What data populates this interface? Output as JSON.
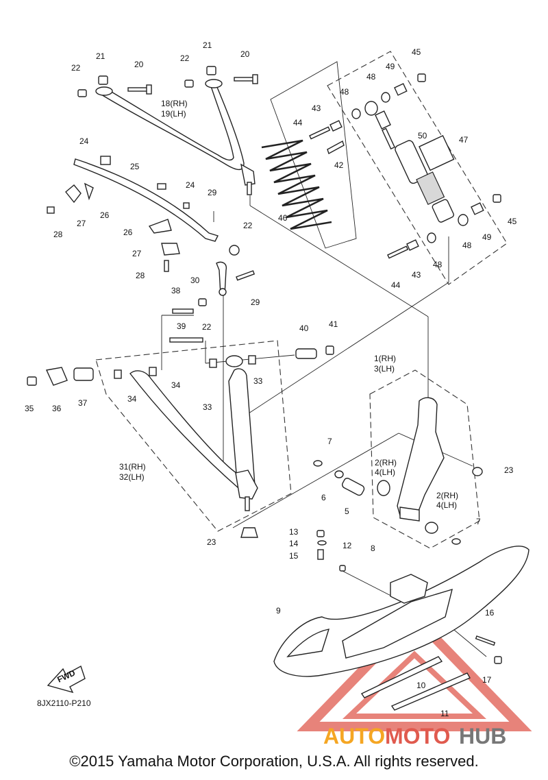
{
  "diagram": {
    "ref_code": "8JX2110-P210",
    "fwd_label": "FWD",
    "copyright": "©2015 Yamaha Motor Corporation, U.S.A. All rights reserved.",
    "watermark": {
      "part1": "AUTO",
      "part2": "MOTO",
      "part3": "HUB",
      "colors": {
        "auto": "#f5a623",
        "moto": "#e05a4e",
        "hub": "#777777",
        "triangle": "#e05a4e"
      }
    },
    "labels": [
      {
        "id": "l21a",
        "text": "21"
      },
      {
        "id": "l20a",
        "text": "20"
      },
      {
        "id": "l22a",
        "text": "22"
      },
      {
        "id": "l21b",
        "text": "21"
      },
      {
        "id": "l20b",
        "text": "20"
      },
      {
        "id": "l22b",
        "text": "22"
      },
      {
        "id": "l18",
        "text": "18(RH)"
      },
      {
        "id": "l19",
        "text": "19(LH)"
      },
      {
        "id": "l24a",
        "text": "24"
      },
      {
        "id": "l25",
        "text": "25"
      },
      {
        "id": "l24b",
        "text": "24"
      },
      {
        "id": "l29a",
        "text": "29"
      },
      {
        "id": "l26a",
        "text": "26"
      },
      {
        "id": "l27a",
        "text": "27"
      },
      {
        "id": "l28a",
        "text": "28"
      },
      {
        "id": "l22c",
        "text": "22"
      },
      {
        "id": "l26b",
        "text": "26"
      },
      {
        "id": "l27b",
        "text": "27"
      },
      {
        "id": "l28b",
        "text": "28"
      },
      {
        "id": "l30",
        "text": "30"
      },
      {
        "id": "l29b",
        "text": "29"
      },
      {
        "id": "l38",
        "text": "38"
      },
      {
        "id": "l22d",
        "text": "22"
      },
      {
        "id": "l39",
        "text": "39"
      },
      {
        "id": "l40",
        "text": "40"
      },
      {
        "id": "l41",
        "text": "41"
      },
      {
        "id": "l35",
        "text": "35"
      },
      {
        "id": "l36",
        "text": "36"
      },
      {
        "id": "l37",
        "text": "37"
      },
      {
        "id": "l34a",
        "text": "34"
      },
      {
        "id": "l34b",
        "text": "34"
      },
      {
        "id": "l33a",
        "text": "33"
      },
      {
        "id": "l33b",
        "text": "33"
      },
      {
        "id": "l31",
        "text": "31(RH)"
      },
      {
        "id": "l32",
        "text": "32(LH)"
      },
      {
        "id": "l23a",
        "text": "23"
      },
      {
        "id": "l45a",
        "text": "45"
      },
      {
        "id": "l48a",
        "text": "48"
      },
      {
        "id": "l49a",
        "text": "49"
      },
      {
        "id": "l48b",
        "text": "48"
      },
      {
        "id": "l43a",
        "text": "43"
      },
      {
        "id": "l44a",
        "text": "44"
      },
      {
        "id": "l42",
        "text": "42"
      },
      {
        "id": "l50",
        "text": "50"
      },
      {
        "id": "l47",
        "text": "47"
      },
      {
        "id": "l46",
        "text": "46"
      },
      {
        "id": "l45b",
        "text": "45"
      },
      {
        "id": "l48c",
        "text": "48"
      },
      {
        "id": "l49b",
        "text": "49"
      },
      {
        "id": "l48d",
        "text": "48"
      },
      {
        "id": "l43b",
        "text": "43"
      },
      {
        "id": "l44b",
        "text": "44"
      },
      {
        "id": "l1",
        "text": "1(RH)"
      },
      {
        "id": "l3",
        "text": "3(LH)"
      },
      {
        "id": "l7a",
        "text": "7"
      },
      {
        "id": "l23b",
        "text": "23"
      },
      {
        "id": "l2a",
        "text": "2(RH)"
      },
      {
        "id": "l4a",
        "text": "4(LH)"
      },
      {
        "id": "l6",
        "text": "6"
      },
      {
        "id": "l5",
        "text": "5"
      },
      {
        "id": "l2b",
        "text": "2(RH)"
      },
      {
        "id": "l4b",
        "text": "4(LH)"
      },
      {
        "id": "l7b",
        "text": "7"
      },
      {
        "id": "l13",
        "text": "13"
      },
      {
        "id": "l14",
        "text": "14"
      },
      {
        "id": "l15",
        "text": "15"
      },
      {
        "id": "l12",
        "text": "12"
      },
      {
        "id": "l8",
        "text": "8"
      },
      {
        "id": "l9",
        "text": "9"
      },
      {
        "id": "l16",
        "text": "16"
      },
      {
        "id": "l17",
        "text": "17"
      },
      {
        "id": "l10",
        "text": "10"
      },
      {
        "id": "l11",
        "text": "11"
      }
    ]
  }
}
